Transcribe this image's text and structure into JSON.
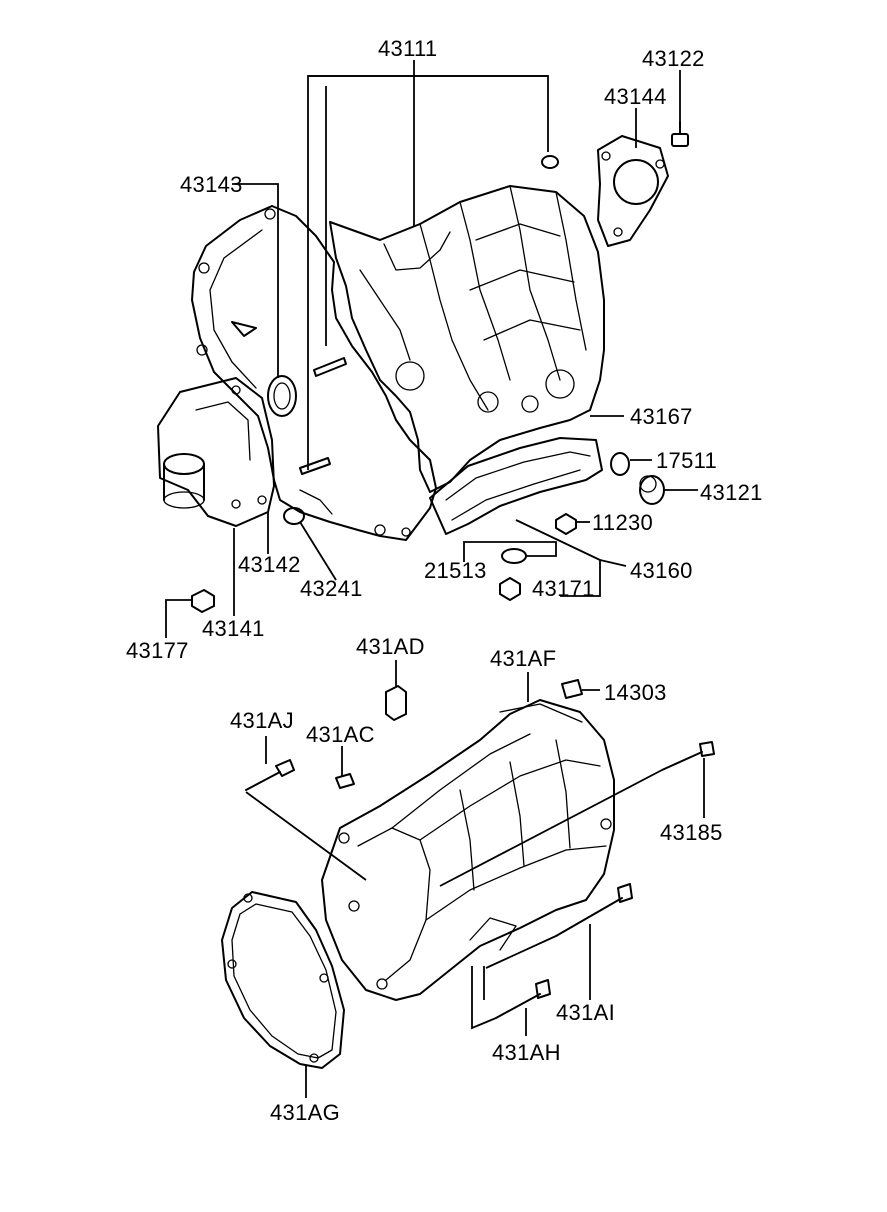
{
  "labels": {
    "p43111": "43111",
    "p43122": "43122",
    "p43144": "43144",
    "p43143": "43143",
    "p43167": "43167",
    "p17511": "17511",
    "p43121": "43121",
    "p11230": "11230",
    "p43160": "43160",
    "p43171": "43171",
    "p21513": "21513",
    "p43142": "43142",
    "p43241": "43241",
    "p43141": "43141",
    "p43177": "43177",
    "p431AD": "431AD",
    "p431AF": "431AF",
    "p14303": "14303",
    "p431AJ": "431AJ",
    "p431AC": "431AC",
    "p43185": "43185",
    "p431AI": "431AI",
    "p431AH": "431AH",
    "p431AG": "431AG"
  }
}
